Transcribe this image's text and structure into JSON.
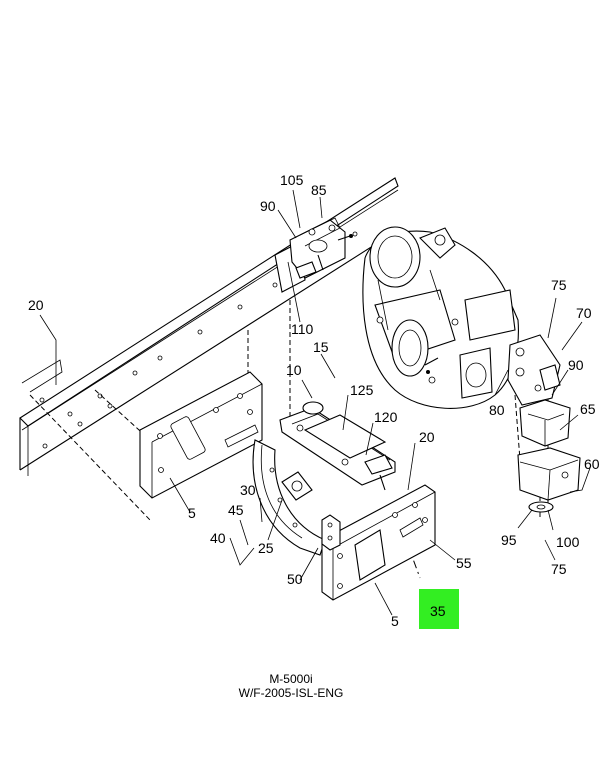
{
  "callouts": {
    "c105": "105",
    "c85": "85",
    "c90a": "90",
    "c20a": "20",
    "c110": "110",
    "c15": "15",
    "c10": "10",
    "c125": "125",
    "c120": "120",
    "c20b": "20",
    "c5a": "5",
    "c30": "30",
    "c45": "45",
    "c40": "40",
    "c25": "25",
    "c50": "50",
    "c55": "55",
    "c5b": "5",
    "c35": "35",
    "c75a": "75",
    "c70": "70",
    "c90b": "90",
    "c80": "80",
    "c65": "65",
    "c60": "60",
    "c95": "95",
    "c100": "100",
    "c75b": "75"
  },
  "caption": {
    "model": "M-5000i",
    "code": "W/F-2005-ISL-ENG"
  },
  "colors": {
    "highlight": "#33ee22",
    "ink": "#000000"
  }
}
